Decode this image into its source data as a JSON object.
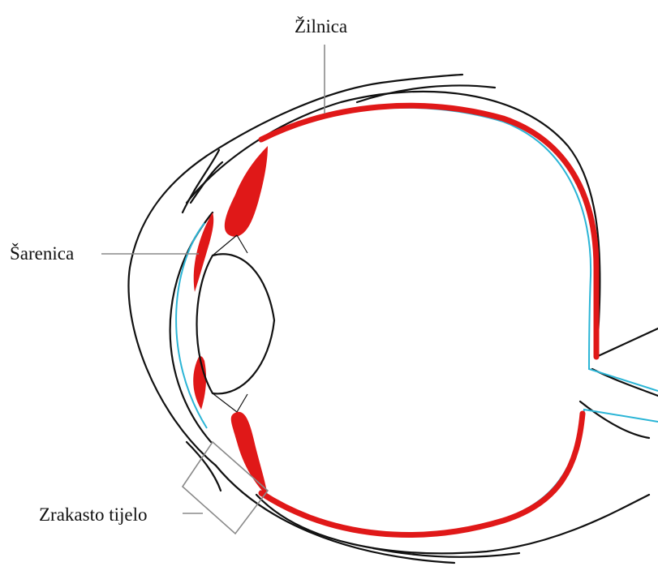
{
  "labels": {
    "choroid": "Žilnica",
    "iris": "Šarenica",
    "ciliary_body": "Zrakasto tijelo"
  },
  "colors": {
    "choroid": "#e01818",
    "retina": "#2bb5d6",
    "outline": "#111111",
    "leader_line": "#8a8a8a"
  }
}
